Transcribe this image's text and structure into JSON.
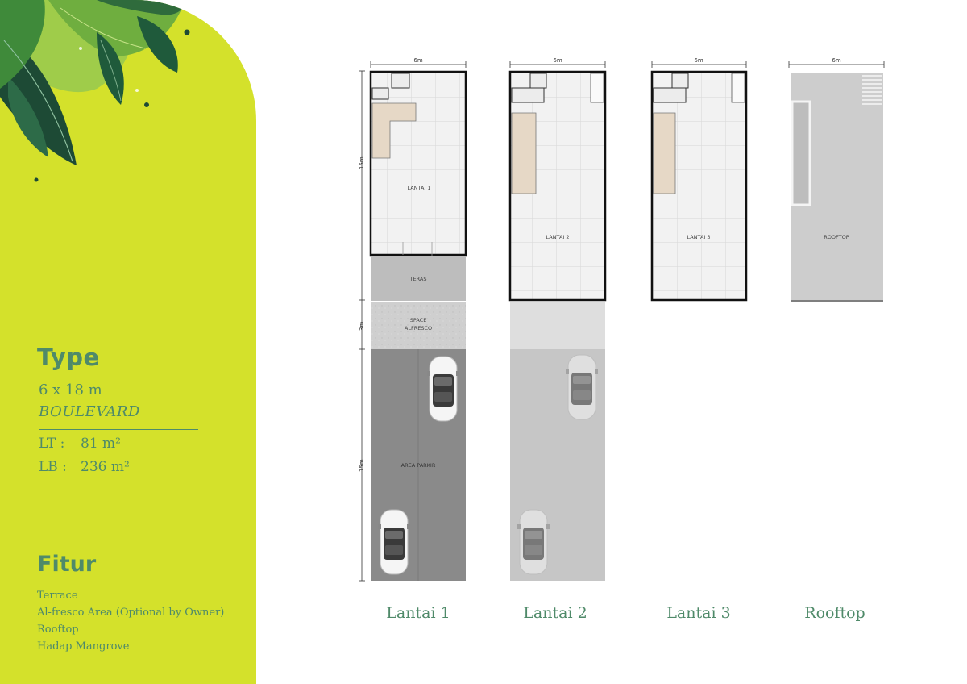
{
  "type_section": {
    "title": "Type",
    "size": "6 x 18 m",
    "name": "BOULEVARD",
    "lt_label": "LT :",
    "lt_value": "81 m²",
    "lb_label": "LB :",
    "lb_value": "236 m²"
  },
  "fitur_section": {
    "title": "Fitur",
    "items": [
      "Terrace",
      "Al-fresco Area (Optional by Owner)",
      "Rooftop",
      "Hadap Mangrove"
    ]
  },
  "plans": {
    "width_dim": "6m",
    "depth_dim_building": "15m",
    "depth_dim_alfresco": "3m",
    "depth_dim_parking": "15m",
    "room_lantai1": "LANTAI 1",
    "room_lantai2": "LANTAI 2",
    "room_lantai3": "LANTAI 3",
    "room_rooftop": "ROOFTOP",
    "room_teras": "TERAS",
    "room_alfresco_1": "SPACE",
    "room_alfresco_2": "ALFRESCO",
    "room_parking": "AREA PARKIR"
  },
  "floor_labels": [
    "Lantai 1",
    "Lantai 2",
    "Lantai 3",
    "Rooftop"
  ],
  "colors": {
    "panel": "#d4e12b",
    "text_green": "#4f8a69",
    "leaf_dark": "#1f5a3b",
    "leaf_light": "#86bf46"
  },
  "icons": [
    "leaf-decoration",
    "car-icon"
  ]
}
